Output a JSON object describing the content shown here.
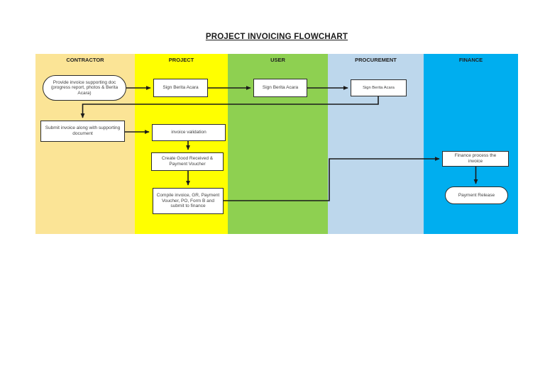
{
  "title": "PROJECT INVOICING FLOWCHART",
  "lanes": [
    {
      "label": "CONTRACTOR",
      "color": "#FBE496"
    },
    {
      "label": "PROJECT",
      "color": "#FFFF00"
    },
    {
      "label": "USER",
      "color": "#8ED051"
    },
    {
      "label": "PROCUREMENT",
      "color": "#BDD7EC"
    },
    {
      "label": "FINANCE",
      "color": "#00AEEF"
    }
  ],
  "nodes": {
    "provide_doc": {
      "lane": "CONTRACTOR",
      "shape": "terminator",
      "label": "Provide invoice supporting doc (progress report, photos & Berita Acara)"
    },
    "sign_project": {
      "lane": "PROJECT",
      "shape": "process",
      "label": "Sign Berita Acara"
    },
    "sign_user": {
      "lane": "USER",
      "shape": "process",
      "label": "Sign Berita Acara"
    },
    "sign_proc": {
      "lane": "PROCUREMENT",
      "shape": "process",
      "label": "Sign Berita Acara"
    },
    "submit_invoice": {
      "lane": "CONTRACTOR",
      "shape": "process",
      "label": "Submit invoice along with supporting document"
    },
    "validate": {
      "lane": "PROJECT",
      "shape": "process",
      "label": "invoice validation"
    },
    "create_grpv": {
      "lane": "PROJECT",
      "shape": "process",
      "label": "Create Good Received & Payment Voucher"
    },
    "compile": {
      "lane": "PROJECT",
      "shape": "process",
      "label": "Compile invoice, GR, Payment Voucher, PO, Form B and submit to finance"
    },
    "fin_process": {
      "lane": "FINANCE",
      "shape": "process",
      "label": "Finance process the invoice"
    },
    "pay_release": {
      "lane": "FINANCE",
      "shape": "terminator",
      "label": "Payment Release"
    }
  },
  "flow": [
    {
      "from": "provide_doc",
      "to": "sign_project"
    },
    {
      "from": "sign_project",
      "to": "sign_user"
    },
    {
      "from": "sign_user",
      "to": "sign_proc"
    },
    {
      "from": "sign_proc",
      "to": "submit_invoice"
    },
    {
      "from": "submit_invoice",
      "to": "validate"
    },
    {
      "from": "validate",
      "to": "create_grpv"
    },
    {
      "from": "create_grpv",
      "to": "compile"
    },
    {
      "from": "compile",
      "to": "fin_process"
    },
    {
      "from": "fin_process",
      "to": "pay_release"
    }
  ]
}
